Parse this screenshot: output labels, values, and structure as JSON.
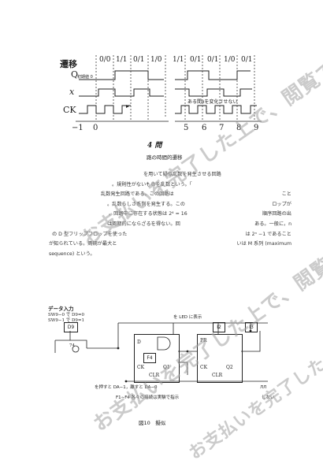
{
  "timing": {
    "row_transition": "遷移",
    "row_q": "Q",
    "q_initial_note": "初期値 0",
    "row_x": "x",
    "row_ck": "CK",
    "transitions_left": [
      "0/0",
      "1/1",
      "0/1",
      "1/0"
    ],
    "transitions_right": [
      "1/1",
      "0/1",
      "0/1",
      "1/0",
      "0/1"
    ],
    "x_note": "ある間xを変化させない",
    "tick_labels_left": [
      "−1",
      "0"
    ],
    "tick_labels_right": [
      "5",
      "6",
      "7",
      "8",
      "9"
    ]
  },
  "fig_number": "4 問",
  "fig_caption": "路の時間的遷移",
  "body_lines": [
    "を用いて疑似乱数を発生させる回路",
    "。規則性がないものを乱数という。「",
    "乱数発生回路である。この回路は",
    "。乱数らしさ系列を発生する。この",
    "。回路中に存在する状態は 2⁴ = 16",
    "は周期的にならざるを得ない。回",
    "の D 型フリップフロップを使った",
    "が知られている。周期が最大と",
    "sequence) という。"
  ],
  "body_lines_right": [
    "",
    "",
    "こと",
    "ロップが",
    "順序回路の出",
    "ある。一般に，n",
    "は 2ⁿ −1 であること",
    "いは M 系列 (maximum",
    ""
  ],
  "circuit": {
    "data_input_title": "データ入力",
    "sw_on": "SW9−0 で D9=0",
    "sw_off": "SW9−1 で D9=1",
    "d9": "D9",
    "led_note": "を LED に表示",
    "i2": "I2",
    "i3": "I3",
    "f4": "F4",
    "ck": "CK",
    "clr": "CLR",
    "q1": "Q1",
    "q2": "Q2",
    "pr": "PR",
    "d": "D",
    "gate_74": "74",
    "da_note": "を押すと DA−1，離すと DA−0",
    "f1_note": "F1∼F4 各々の接続は実験で指示",
    "bottom_right_1": "ЛЛ",
    "bottom_right_2": "しない"
  },
  "fig10_caption": "図10　擬似",
  "watermark": "お支払いを完了した上で、閲覧できます。",
  "colors": {
    "ink": "#222222",
    "watermark": "#a0a0a0"
  }
}
